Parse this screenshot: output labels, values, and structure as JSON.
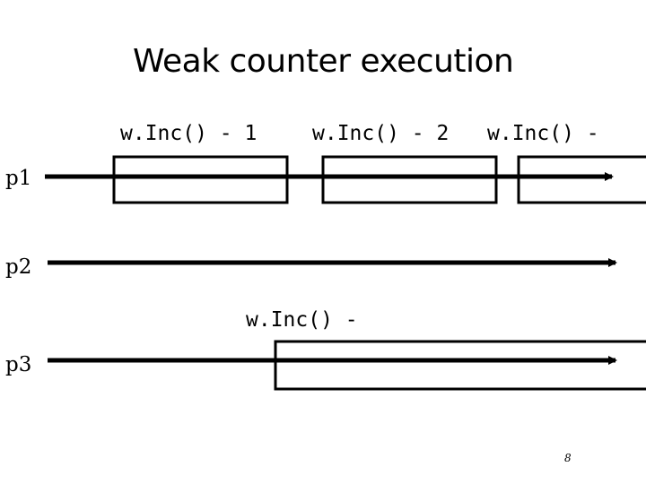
{
  "slide": {
    "title": "Weak counter execution",
    "page_number": "8"
  },
  "processes": [
    {
      "name": "p1"
    },
    {
      "name": "p2"
    },
    {
      "name": "p3"
    }
  ],
  "operations": [
    {
      "label": "w.Inc() - 1",
      "process": "p1"
    },
    {
      "label": "w.Inc() - 2",
      "process": "p1"
    },
    {
      "label": "w.Inc() -",
      "process": "p1"
    },
    {
      "label": "w.Inc() -",
      "process": "p3"
    }
  ],
  "colors": {
    "line": "#000000",
    "background": "#ffffff"
  }
}
